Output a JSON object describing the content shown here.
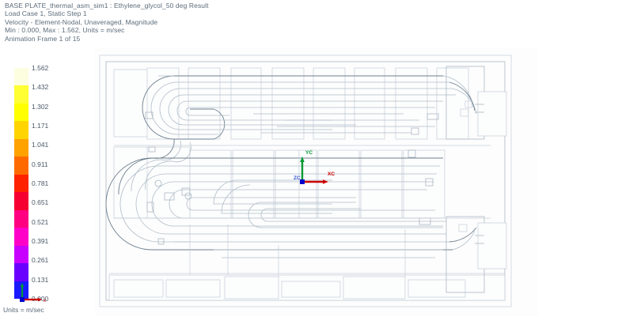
{
  "app": {
    "window_title": "BASE PLATE_thermal_asm_sim1 : Ethylene_glycol_50 deg  Result",
    "background_color": "#ffffff"
  },
  "header": {
    "line1": "BASE PLATE_thermal_asm_sim1 : Ethylene_glycol_50 deg  Result",
    "line2": "Load Case 1, Static Step 1",
    "line3": "Velocity - Element-Nodal, Unaveraged, Magnitude",
    "line4": "Min : 0.000, Max : 1.562, Units = m/sec",
    "line5": "Animation Frame 1 of 15",
    "text_color": "#5b6b7a"
  },
  "result": {
    "quantity": "Velocity",
    "derivation": "Element-Nodal",
    "averaging": "Unaveraged",
    "component": "Magnitude",
    "min": "0.000",
    "max": "1.562",
    "units": "m/sec",
    "load_case": "Load Case 1",
    "step": "Static Step 1",
    "animation_frame_current": "1",
    "animation_frame_total": "15"
  },
  "legend": {
    "units_label": "Units = m/sec",
    "ticks": [
      "1.562",
      "1.432",
      "1.302",
      "1.171",
      "1.041",
      "0.911",
      "0.781",
      "0.651",
      "0.521",
      "0.391",
      "0.261",
      "0.131",
      "0.000"
    ],
    "band_colors": [
      "#fdfde0",
      "#ffff33",
      "#ffff00",
      "#ffd400",
      "#ffa200",
      "#ff6a00",
      "#ff2200",
      "#f50030",
      "#ff0080",
      "#ff00c8",
      "#c800ff",
      "#6a00ff",
      "#1a1aff"
    ]
  },
  "triad": {
    "x_label": "XC",
    "y_label": "YC",
    "z_label": "ZC",
    "x_color": "#cc0000",
    "y_color": "#009933",
    "z_color": "#0000cc"
  },
  "model": {
    "name": "BASE PLATE cooling plate",
    "edge_color": "#b9c4cd",
    "edge_color_dark": "#8a98a6",
    "fill_color": "#fbfcfd"
  }
}
